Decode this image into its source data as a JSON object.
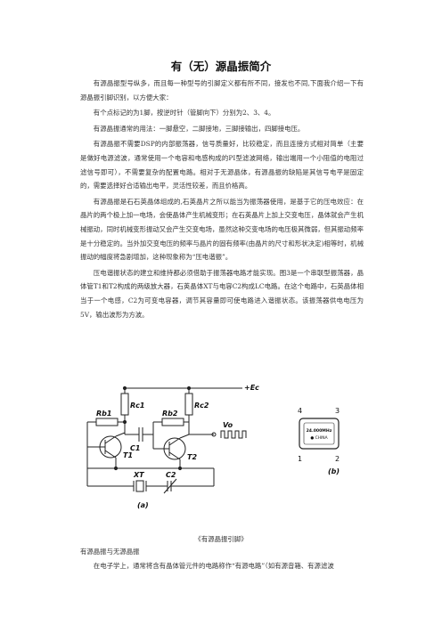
{
  "document": {
    "title": "有（无）源晶振简介",
    "paragraphs": [
      "有源晶振型号纵多，而且每一种型号的引脚定义都有所不同，接发也不同,下面我介绍一下有源晶振引脚识别，以方便大家：",
      "有个点标记的为1脚，按逆时针（管脚向下）分别为2、3、4。",
      "有源晶振通常的用法：一脚悬空，二脚接地，三脚接输出，四脚接电压。",
      "有源晶振不需要DSP的内部振荡器，信号质量好，比较稳定，而且连接方式相对简单（主要是做好电源滤波，通常使用一个电容和电感构成的PI型滤波网络，输出端用一个小阻值的电阻过滤信号即可），不需要复杂的配置电路。相对于无源晶体，有源晶振的缺陷是其信号电平是固定的，需要选择好合适输出电平，灵活性较差，而且价格高。",
      "有源晶振是石石英晶体组成的,石英晶片之所以能当为振荡器使用，是基于它的压电效应：在晶片的两个极上加一电场，会使晶体产生机械变形；在石英晶片上加上交变电压，晶体就会产生机械振动，同时机械变形振动又会产生交变电场，虽然这种交变电场的电压极其微弱，但其振动频率是十分稳定的。当外加交变电压的频率与晶片的固有频率(由晶片的尺寸和形状决定)相等时，机械振动的幅度将急剧增加，这种现象称为“压电谐振”。",
      "压电谐振状态的建立和维持都必须借助于振荡器电路才能实现。图3是一个串联型振荡器，晶体管T1和T2构成的两级放大器，石英晶体XT与电容C2构成LC电路。在这个电路中，石英晶体相当于一个电感，C2为可变电容器，调节其容量即可使电路进入谐振状态。该振荡器供电电压为5V，输出波形为方波。"
    ],
    "caption": "《有源晶振引脚》",
    "subheading": "有源晶振与无源晶振",
    "tail": "在电子学上，通常将含有晶体管元件的电路称作“有源电路”（如有源音箱、有源滤波"
  },
  "figure": {
    "circuit_labels": {
      "ec": "+Ec",
      "rc1": "Rc1",
      "rc2": "Rc2",
      "rb1": "Rb1",
      "rb2": "Rb2",
      "c1": "C1",
      "t1": "T1",
      "t2": "T2",
      "xt": "XT",
      "c2": "C2",
      "vo": "Vo",
      "panel_a": "(a)"
    },
    "package": {
      "pin4": "4",
      "pin3": "3",
      "pin1": "1",
      "pin2": "2",
      "freq": "24.000MHz",
      "brand": "● CHINA",
      "panel_b": "(b)"
    }
  }
}
